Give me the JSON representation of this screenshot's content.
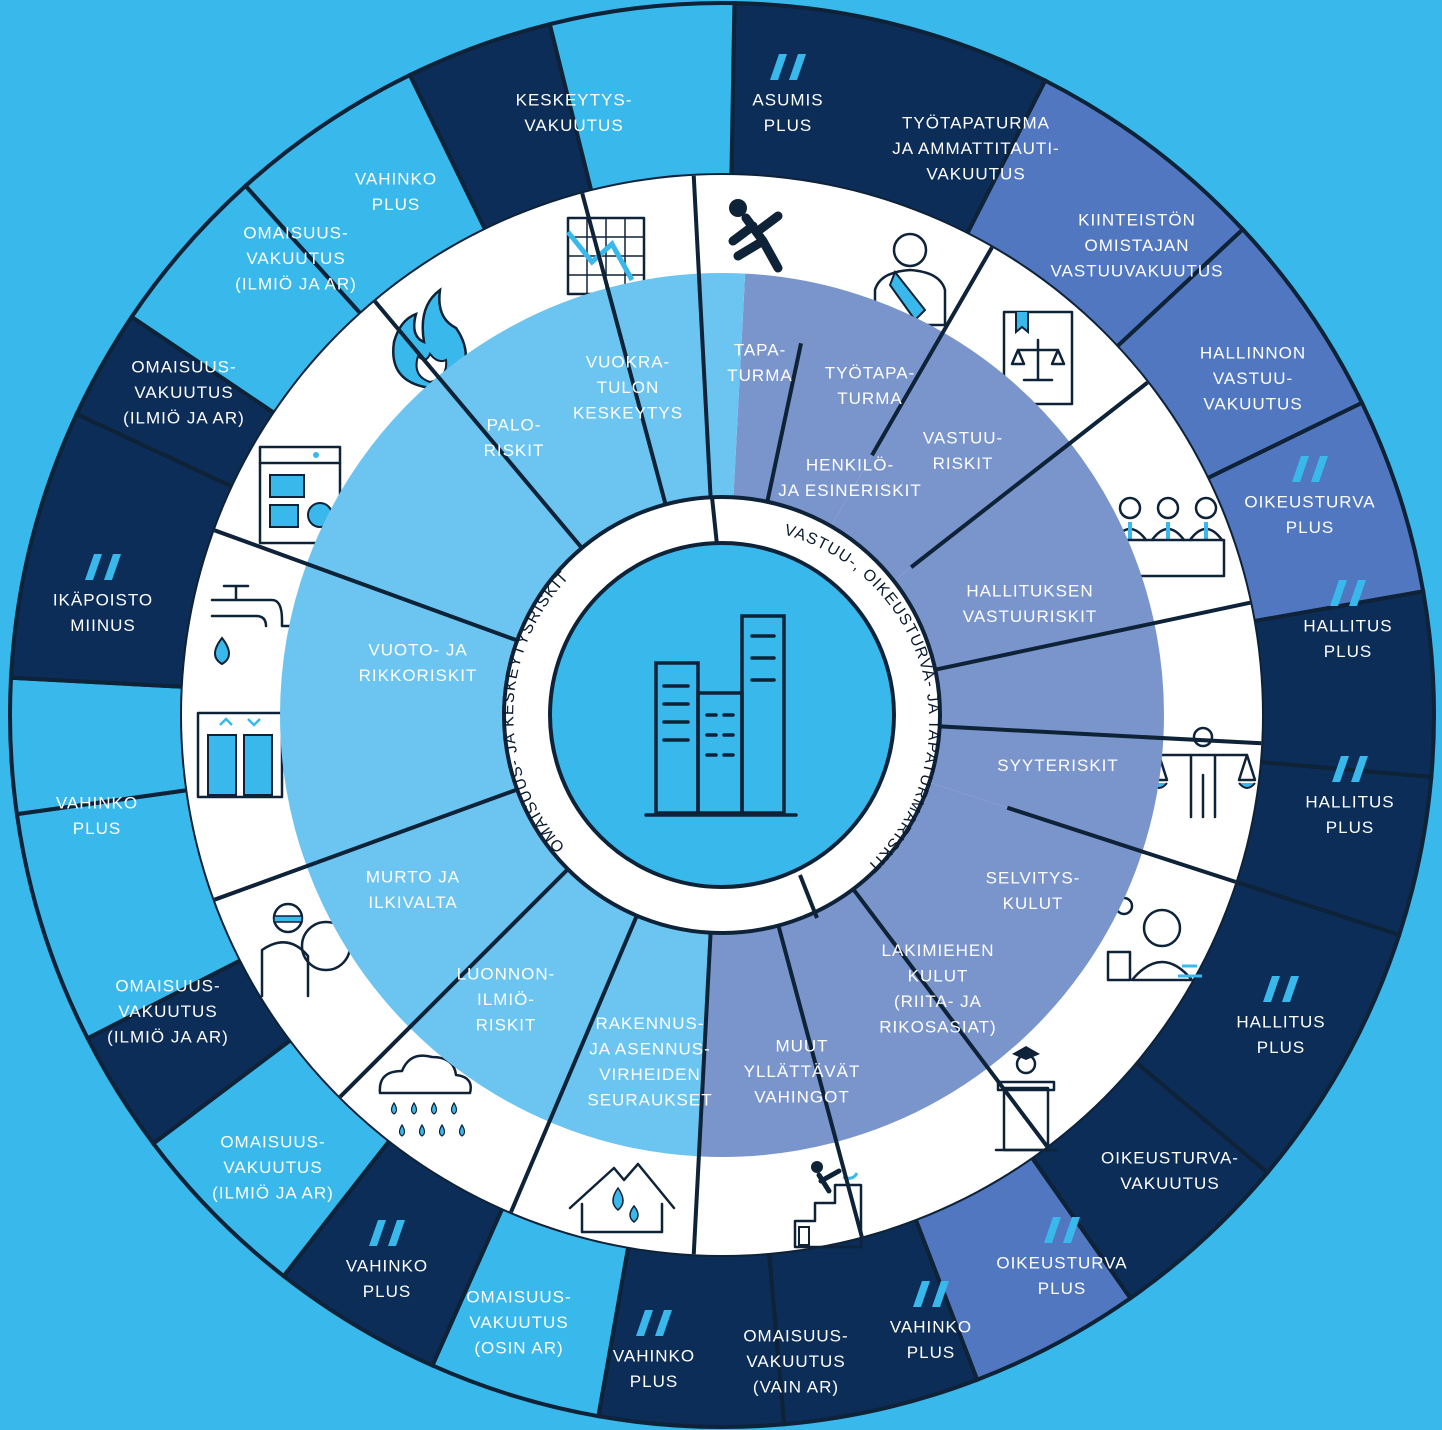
{
  "colors": {
    "background": "#39b8ec",
    "dark_navy": "#0b2d57",
    "sky": "#39b8ec",
    "periwinkle": "#5077bf",
    "light_sky": "#6cc5f0",
    "light_periwinkle": "#7a95cc",
    "white": "#ffffff",
    "outline": "#0e2238"
  },
  "center": {
    "icon": "office-buildings-icon",
    "ring_labels": {
      "left": "OMAISUUS- JA KESKEYTYSRISKIT",
      "right": "VASTUU-, OIKEUSTURVA- JA TAPATURMARISKIT"
    }
  },
  "outer_ring": [
    {
      "lines": [
        "ASUMIS",
        "PLUS"
      ],
      "plus": true
    },
    {
      "lines": [
        "TYÖTAPATURMA",
        "JA AMMATTITAUTI-",
        "VAKUUTUS"
      ],
      "plus": false
    },
    {
      "lines": [
        "KIINTEISTÖN",
        "OMISTAJAN",
        "VASTUUVAKUUTUS"
      ],
      "plus": false
    },
    {
      "lines": [
        "HALLINNON",
        "VASTUU-",
        "VAKUUTUS"
      ],
      "plus": false
    },
    {
      "lines": [
        "OIKEUSTURVA",
        "PLUS"
      ],
      "plus": true
    },
    {
      "lines": [
        "HALLITUS",
        "PLUS"
      ],
      "plus": true
    },
    {
      "lines": [
        "HALLITUS",
        "PLUS"
      ],
      "plus": true
    },
    {
      "lines": [
        "HALLITUS",
        "PLUS"
      ],
      "plus": true
    },
    {
      "lines": [
        "OIKEUSTURVA-",
        "VAKUUTUS"
      ],
      "plus": false
    },
    {
      "lines": [
        "OIKEUSTURVA",
        "PLUS"
      ],
      "plus": true
    },
    {
      "lines": [
        "VAHINKO",
        "PLUS"
      ],
      "plus": true
    },
    {
      "lines": [
        "OMAISUUS-",
        "VAKUUTUS",
        "(VAIN AR)"
      ],
      "plus": false
    },
    {
      "lines": [
        "VAHINKO",
        "PLUS"
      ],
      "plus": true
    },
    {
      "lines": [
        "OMAISUUS-",
        "VAKUUTUS",
        "(OSIN AR)"
      ],
      "plus": false
    },
    {
      "lines": [
        "VAHINKO",
        "PLUS"
      ],
      "plus": true
    },
    {
      "lines": [
        "OMAISUUS-",
        "VAKUUTUS",
        "(ILMIÖ JA AR)"
      ],
      "plus": false
    },
    {
      "lines": [
        "OMAISUUS-",
        "VAKUUTUS",
        "(ILMIÖ JA AR)"
      ],
      "plus": false
    },
    {
      "lines": [
        "VAHINKO",
        "PLUS"
      ],
      "plus": true
    },
    {
      "lines": [
        "IKÄPOISTO",
        "MIINUS"
      ],
      "plus": true
    },
    {
      "lines": [
        "OMAISUUS-",
        "VAKUUTUS",
        "(ILMIÖ JA AR)"
      ],
      "plus": false
    },
    {
      "lines": [
        "OMAISUUS-",
        "VAKUUTUS",
        "(ILMIÖ JA AR)"
      ],
      "plus": false
    },
    {
      "lines": [
        "VAHINKO",
        "PLUS"
      ],
      "plus": true
    },
    {
      "lines": [
        "KESKEYTYS-",
        "VAKUUTUS"
      ],
      "plus": false
    }
  ],
  "inner_ring": [
    {
      "lines": [
        "TAPA-",
        "TURMA"
      ]
    },
    {
      "lines": [
        "TYÖTAPA-",
        "TURMA"
      ]
    },
    {
      "lines": [
        "HENKILÖ-",
        "JA ESINERISKIT"
      ]
    },
    {
      "lines": [
        "VASTUU-",
        "RISKIT"
      ]
    },
    {
      "lines": [
        "HALLITUKSEN",
        "VASTUURISKIT"
      ]
    },
    {
      "lines": [
        "SYYTERISKIT"
      ]
    },
    {
      "lines": [
        "SELVITYS-",
        "KULUT"
      ]
    },
    {
      "lines": [
        "LAKIMIEHEN",
        "KULUT",
        "(RIITA- JA",
        "RIKOSASIAT)"
      ]
    },
    {
      "lines": [
        "MUUT",
        "YLLÄTTÄVÄT",
        "VAHINGOT"
      ]
    },
    {
      "lines": [
        "RAKENNUS-",
        "JA ASENNUS-",
        "VIRHEIDEN",
        "SEURAUKSET"
      ]
    },
    {
      "lines": [
        "LUONNON-",
        "ILMIÖ-",
        "RISKIT"
      ]
    },
    {
      "lines": [
        "MURTO JA",
        "ILKIVALTA"
      ]
    },
    {
      "lines": [
        "VUOTO- JA",
        "RIKKORISKIT"
      ]
    },
    {
      "lines": [
        "PALO-",
        "RISKIT"
      ]
    },
    {
      "lines": [
        "VUOKRA-",
        "TULON",
        "KESKEYTYS"
      ]
    }
  ],
  "icons": [
    "falling-person-icon",
    "injured-worker-icon",
    "law-book-icon",
    "board-members-icon",
    "justice-figure-icon",
    "lawyer-clock-icon",
    "graduate-podium-icon",
    "stairs-fall-extinguisher-icon",
    "broken-roof-water-icon",
    "rain-cloud-icon",
    "burglar-icon",
    "elevator-icon",
    "dripping-tap-icon",
    "dishwasher-icon",
    "fire-icon",
    "falling-chart-icon"
  ]
}
